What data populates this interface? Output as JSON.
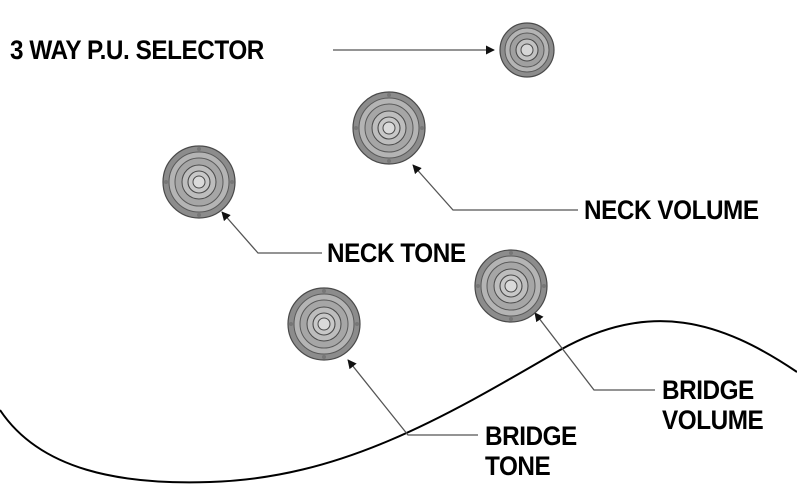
{
  "colors": {
    "knob_outer": "#8c8c8c",
    "knob_fill": "#b4b4b4",
    "knob_ring": "#5a5a5a",
    "knob_center": "#cfcfcf",
    "line": "#000000",
    "leader": "#555555"
  },
  "labels": {
    "selector": "3 WAY P.U. SELECTOR",
    "neck_volume": "NECK VOLUME",
    "neck_tone": "NECK TONE",
    "bridge_volume_line1": "BRIDGE",
    "bridge_volume_line2": "VOLUME",
    "bridge_tone_line1": "BRIDGE",
    "bridge_tone_line2": "TONE"
  },
  "icons": {
    "selector": "small-selector-knob-icon",
    "knob": "control-knob-icon"
  }
}
